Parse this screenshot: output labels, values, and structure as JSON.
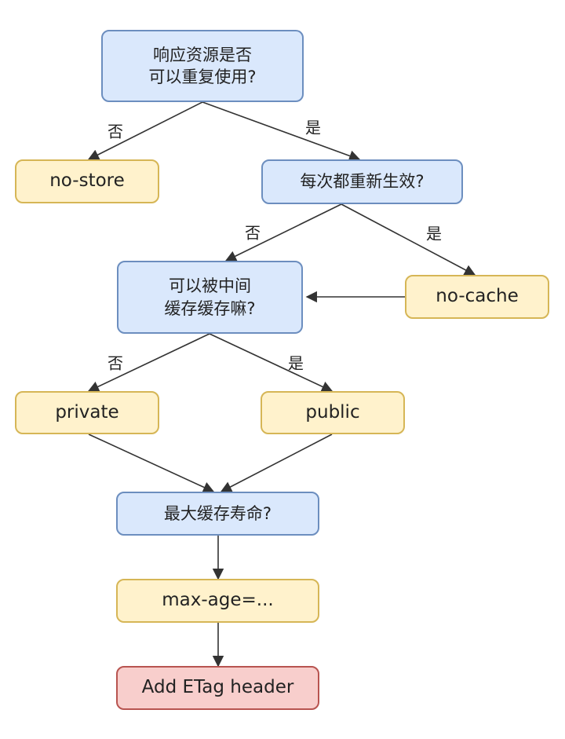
{
  "nodes": {
    "q_reuse": [
      "响应资源是否",
      "可以重复使用?"
    ],
    "q_revalidate": "每次都重新生效?",
    "q_intermediate": [
      "可以被中间",
      "缓存缓存嘛?"
    ],
    "q_max_age": "最大缓存寿命?",
    "a_no_store": "no-store",
    "a_no_cache": "no-cache",
    "a_private": "private",
    "a_public": "public",
    "a_max_age": "max-age=...",
    "end_etag": "Add ETag header"
  },
  "edge_labels": {
    "no": "否",
    "yes": "是"
  },
  "colors": {
    "question_fill": "#dae8fc",
    "question_stroke": "#6c8ebf",
    "answer_fill": "#fff2cc",
    "answer_stroke": "#d6b656",
    "end_fill": "#f8cecc",
    "end_stroke": "#b85450",
    "edge": "#333333"
  }
}
